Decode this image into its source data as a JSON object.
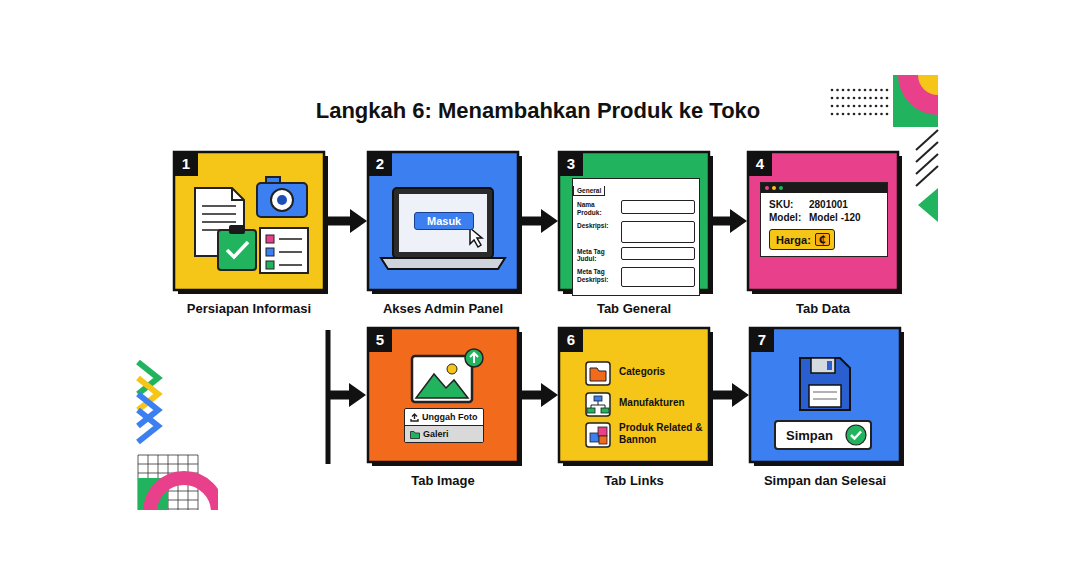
{
  "diagram": {
    "title": "Langkah 6: Menambahkan Produk ke Toko",
    "nodes": [
      {
        "text": [
          "1",
          "Persiapan Informasi"
        ]
      },
      {
        "text": [
          "2",
          "Akses Admin Panel"
        ]
      },
      {
        "text": [
          "Masuk"
        ],
        "in": 1
      },
      {
        "text": [
          "3",
          "Tab General"
        ]
      },
      {
        "text": [
          "General",
          "Nama Produk:",
          "Deskripsi:",
          "Meta Tag Judul:",
          "Meta Tag Deskripsi:"
        ],
        "in": 3
      },
      {
        "text": [
          "4",
          "Tab Data"
        ]
      },
      {
        "text": [
          "SKU:",
          "2801001",
          "Model:",
          "Model -120"
        ],
        "in": 5
      },
      {
        "text": [
          "Harga:",
          "₵"
        ],
        "in": 6
      },
      {
        "text": [
          "5",
          "Tab Image"
        ]
      },
      {
        "text": [
          "Unggah Foto",
          "Galeri"
        ],
        "in": 8
      },
      {
        "text": [
          "6",
          "Categoris",
          "Manufakturen",
          "Produk Related & Bannon",
          "Tab Links"
        ]
      },
      {
        "text": [
          "7",
          "Simpan dan Selesai"
        ]
      },
      {
        "text": [
          "Simpan"
        ],
        "in": 11
      }
    ],
    "edges": [
      {
        "from": 0,
        "to": 1,
        "arrow": "to"
      },
      {
        "from": 1,
        "to": 3,
        "arrow": "to"
      },
      {
        "from": 3,
        "to": 5,
        "arrow": "to"
      },
      {
        "from": 8,
        "to": 10,
        "arrow": "to"
      },
      {
        "from": 10,
        "to": 11,
        "arrow": "to"
      }
    ]
  }
}
